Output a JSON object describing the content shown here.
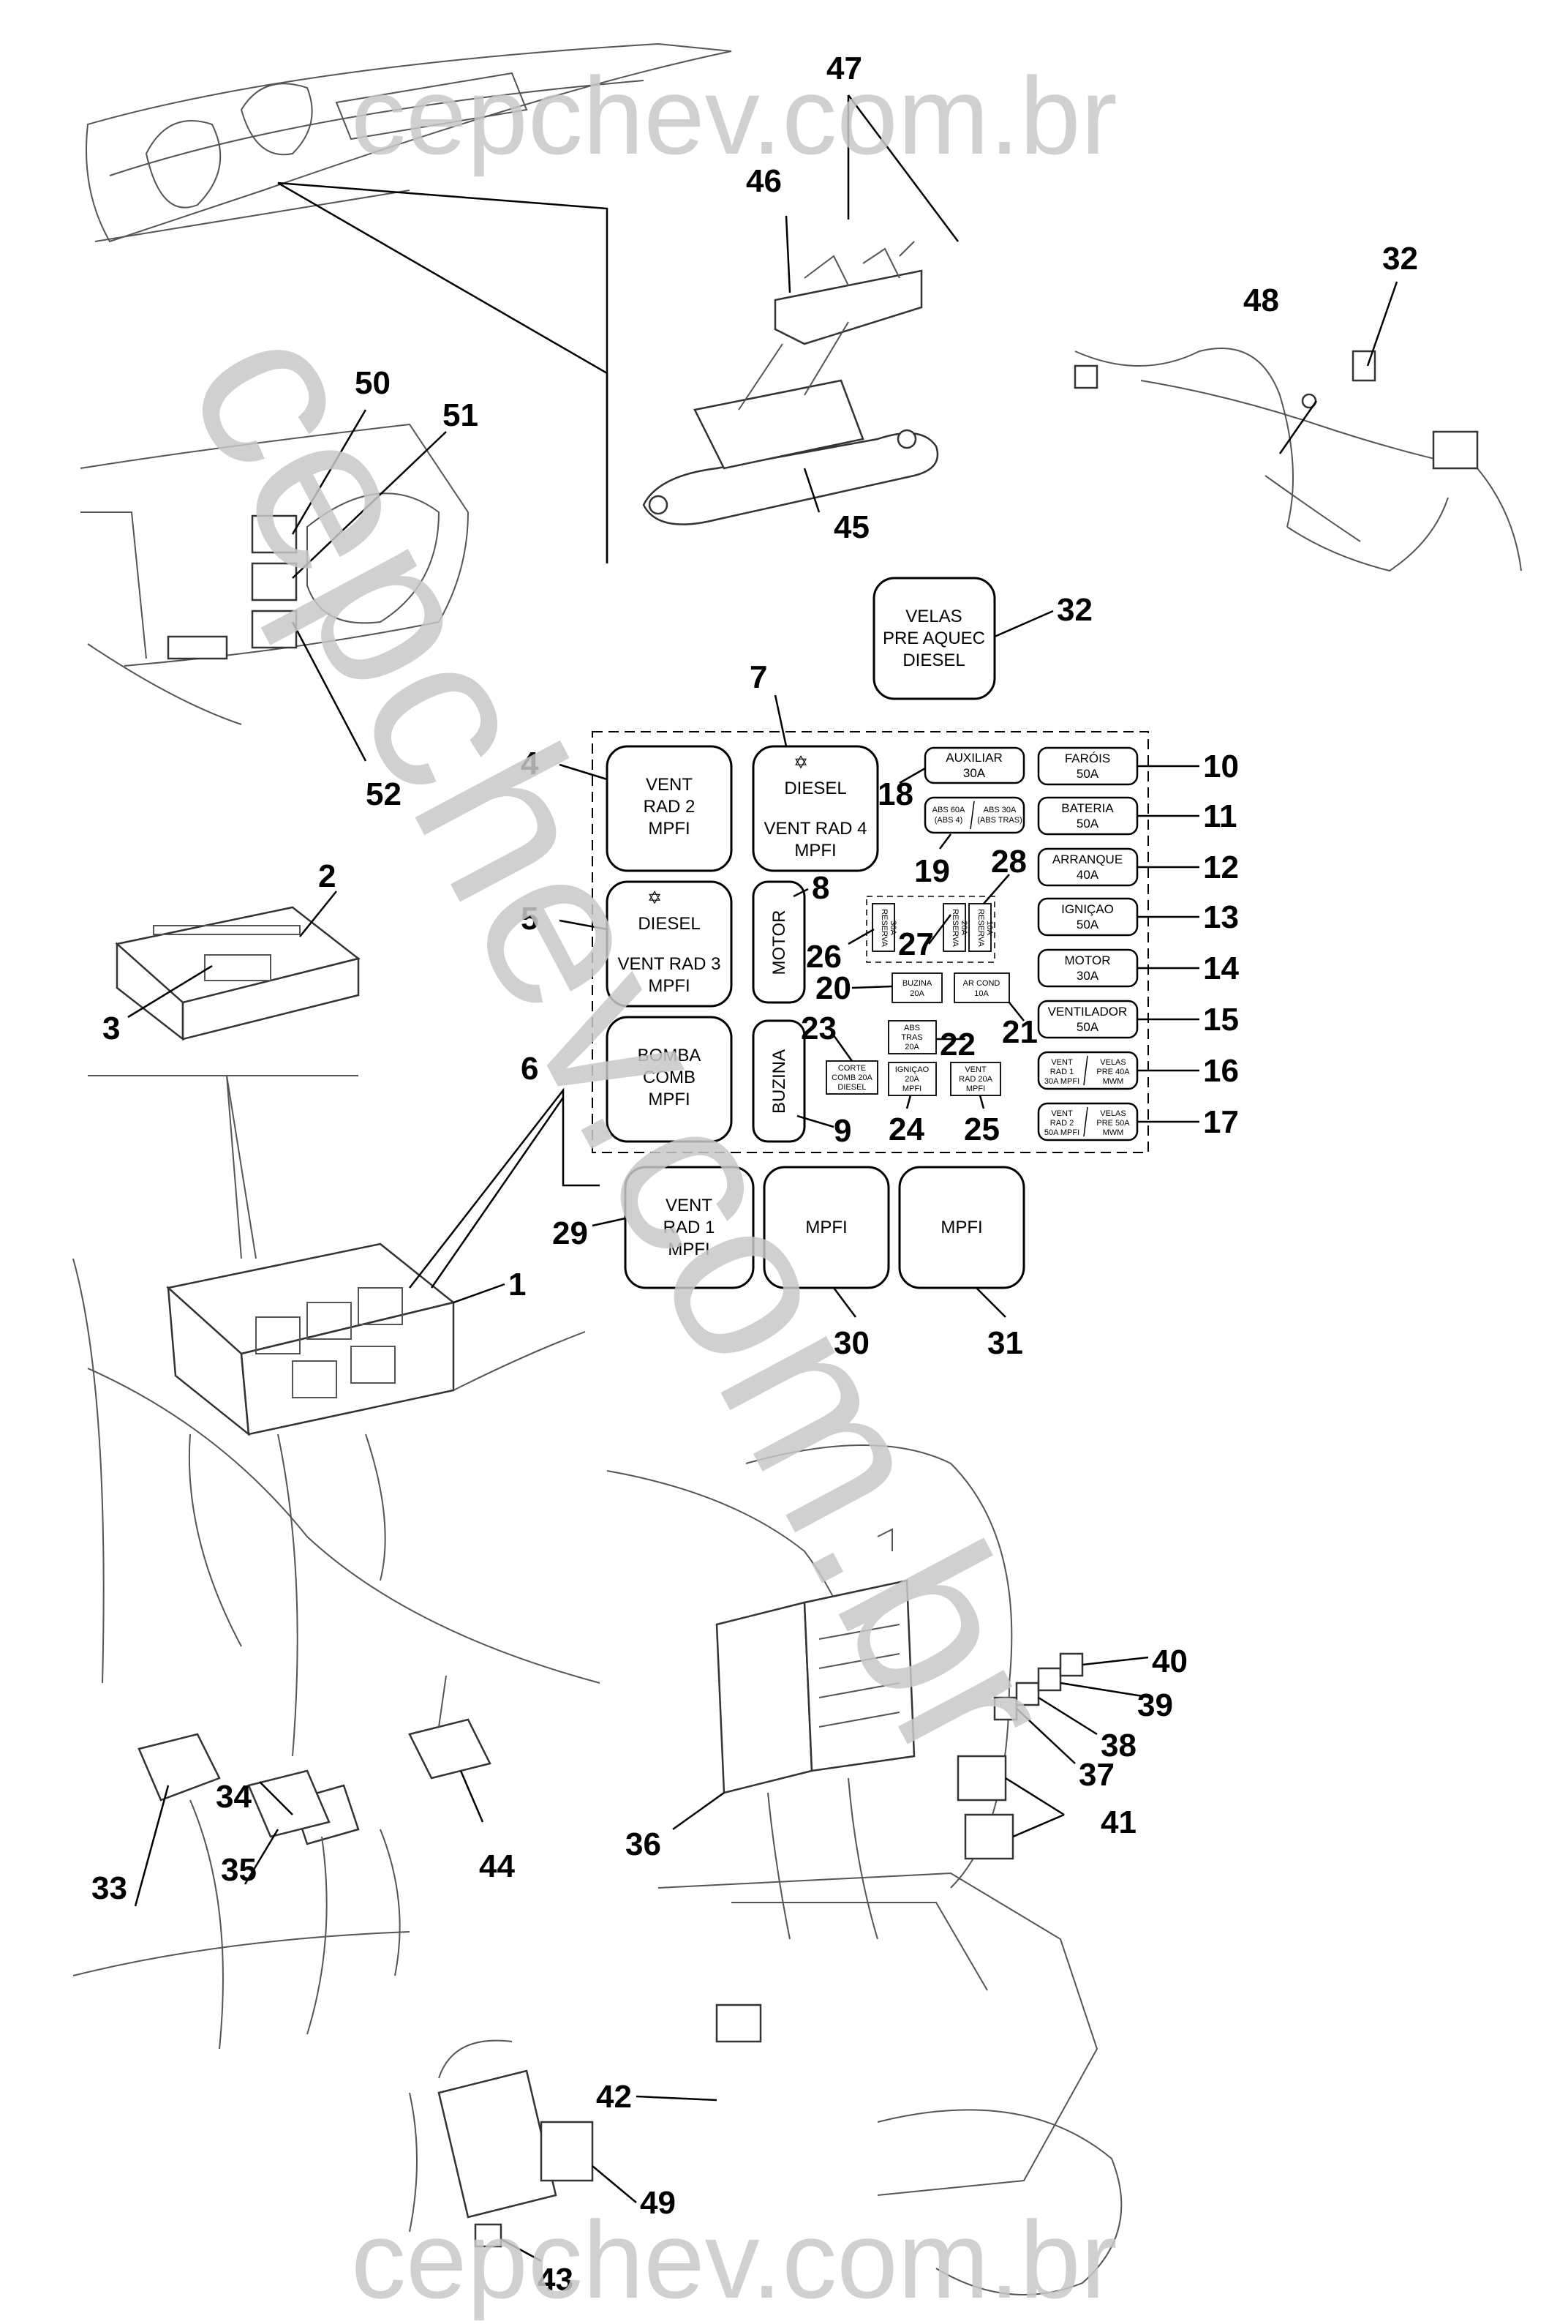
{
  "watermark": {
    "text": "cepchev.com.br"
  },
  "relay_boxes": [
    {
      "id": "r4",
      "num": "4",
      "lines": [
        "VENT",
        "RAD 2",
        "MPFI"
      ],
      "star": false
    },
    {
      "id": "r7",
      "num": "7",
      "lines": [
        "DIESEL",
        "",
        "VENT RAD 4",
        "MPFI"
      ],
      "star": true
    },
    {
      "id": "r5",
      "num": "5",
      "lines": [
        "DIESEL",
        "",
        "VENT RAD 3",
        "MPFI"
      ],
      "star": true
    },
    {
      "id": "r6",
      "num": "6",
      "lines": [
        "BOMBA",
        "COMB",
        "MPFI"
      ],
      "star": false
    },
    {
      "id": "r29",
      "num": "29",
      "lines": [
        "VENT",
        "RAD 1",
        "MPFI"
      ],
      "star": false
    },
    {
      "id": "r30",
      "num": "30",
      "lines": [
        "MPFI"
      ],
      "star": false
    },
    {
      "id": "r31",
      "num": "31",
      "lines": [
        "MPFI"
      ],
      "star": false
    },
    {
      "id": "r32",
      "num": "32",
      "lines": [
        "VELAS",
        "PRE AQUEC",
        "DIESEL"
      ],
      "star": false
    }
  ],
  "vertical_relays": [
    {
      "id": "r8",
      "num": "8",
      "label": "MOTOR"
    },
    {
      "id": "r9",
      "num": "9",
      "label": "BUZINA"
    }
  ],
  "maxi_fuses": [
    {
      "num": "10",
      "lines": [
        "FARÓIS",
        "50A"
      ]
    },
    {
      "num": "11",
      "lines": [
        "BATERIA",
        "50A"
      ]
    },
    {
      "num": "12",
      "lines": [
        "ARRANQUE",
        "40A"
      ]
    },
    {
      "num": "13",
      "lines": [
        "IGNIÇAO",
        "50A"
      ]
    },
    {
      "num": "14",
      "lines": [
        "MOTOR",
        "30A"
      ]
    },
    {
      "num": "15",
      "lines": [
        "VENTILADOR",
        "50A"
      ]
    },
    {
      "num": "16",
      "left": [
        "VENT",
        "RAD 1",
        "30A MPFI"
      ],
      "right": [
        "VELAS",
        "PRE 40A",
        "MWM"
      ]
    },
    {
      "num": "17",
      "left": [
        "VENT",
        "RAD 2",
        "50A MPFI"
      ],
      "right": [
        "VELAS",
        "PRE 50A",
        "MWM"
      ]
    },
    {
      "num": "18",
      "lines": [
        "AUXILIAR",
        "30A"
      ]
    },
    {
      "num": "19",
      "left": [
        "ABS 60A",
        "(ABS 4)"
      ],
      "right": [
        "ABS 30A",
        "(ABS TRAS)"
      ]
    }
  ],
  "mini_fuses": [
    {
      "num": "20",
      "lines": [
        "BUZINA",
        "20A"
      ]
    },
    {
      "num": "21",
      "lines": [
        "AR COND",
        "10A"
      ]
    },
    {
      "num": "22",
      "lines": [
        "ABS",
        "TRAS",
        "20A"
      ]
    },
    {
      "num": "23",
      "lines": [
        "CORTE",
        "COMB 20A",
        "DIESEL"
      ]
    },
    {
      "num": "24",
      "lines": [
        "IGNIÇAO",
        "20A",
        "MPFI"
      ]
    },
    {
      "num": "25",
      "lines": [
        "VENT",
        "RAD 20A",
        "MPFI"
      ]
    },
    {
      "num": "26",
      "lines": [
        "RESERVA",
        "30A"
      ]
    },
    {
      "num": "27",
      "lines": [
        "RESERVA",
        "20A"
      ]
    },
    {
      "num": "28",
      "lines": [
        "RESERVA",
        "10A"
      ]
    }
  ],
  "callouts": [
    "1",
    "2",
    "3",
    "33",
    "34",
    "35",
    "36",
    "37",
    "38",
    "39",
    "40",
    "41",
    "42",
    "43",
    "44",
    "45",
    "46",
    "47",
    "48",
    "49",
    "50",
    "51",
    "52"
  ]
}
